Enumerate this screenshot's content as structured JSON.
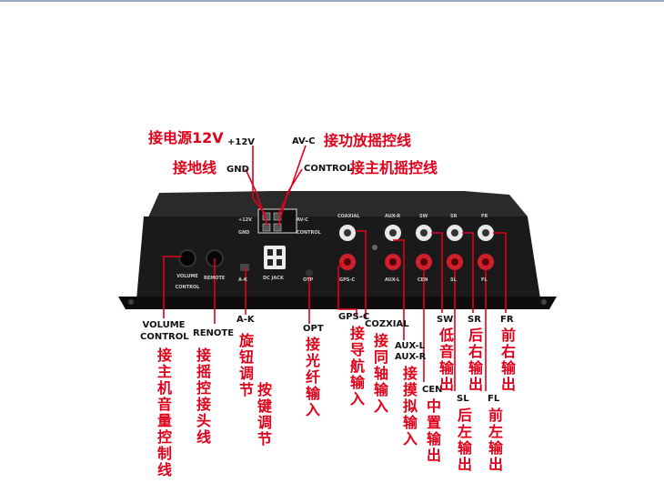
{
  "top_labels": {
    "power_cn": "接电源12V",
    "power_en": "+12V",
    "gnd_cn": "接地线",
    "gnd_en": "GND",
    "avc_en": "AV-C",
    "avc_cn": "接功放摇控线",
    "control_en": "CONTROL",
    "control_cn": "接主机摇控线"
  },
  "panel_labels": {
    "p12v": "+12V",
    "pgnd": "GND",
    "pavc": "AV-C",
    "pcontrol": "CONTROL",
    "coaxial": "COAXIAL",
    "auxr": "AUX-R",
    "sw": "SW",
    "sr": "SR",
    "fr": "FR",
    "gpsc": "GPS-C",
    "auxl": "AUX-L",
    "cen": "CEN",
    "sl": "SL",
    "fl": "FL",
    "volume_control": "VOLUME CONTROL",
    "remote": "REMOTE",
    "ak": "A-K",
    "dcjack": "DC JACK",
    "otp": "OTP"
  },
  "bottom_labels": {
    "volume_en_1": "VOLUME",
    "volume_en_2": "CONTROL",
    "volume_cn": "接主机音量控制线",
    "remote_en": "RENOTE",
    "remote_cn": "接摇控接头线",
    "ak_en": "A-K",
    "ak_cn_1": "旋钮调节",
    "ak_cn_2": "按键调节",
    "opt_en": "OPT",
    "opt_cn": "接光纤输入",
    "gps_en": "GPS-C",
    "gps_cn": "接导航输入",
    "coax_en": "COZXIAL",
    "coax_cn": "接同轴输入",
    "aux_en_1": "AUX-L",
    "aux_en_2": "AUX-R",
    "aux_cn": "接摸拟输入",
    "cen_en": "CEN",
    "cen_cn": "中置输出",
    "sw_en": "SW",
    "sw_cn": "低音输出",
    "sl_en": "SL",
    "sl_cn": "后左输出",
    "sr_en": "SR",
    "sr_cn": "后右输出",
    "fl_en": "FL",
    "fl_cn": "前左输出",
    "fr_en": "FR",
    "fr_cn": "前右输出"
  },
  "colors": {
    "label_red": "#e0001a",
    "line_red": "#e0001a",
    "device_body": "#1a1a1a",
    "rca_red": "#d2202a",
    "rca_white": "#e8e8e8"
  }
}
